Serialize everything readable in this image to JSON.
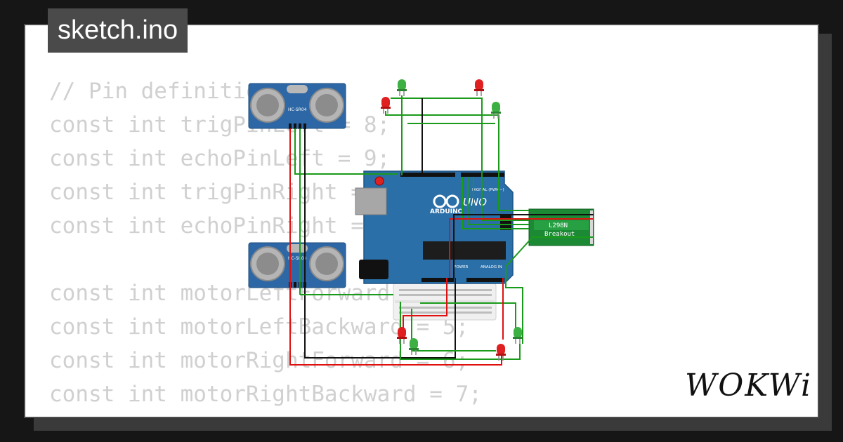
{
  "file_tab": {
    "name": "sketch.ino"
  },
  "code_lines": [
    "// Pin definitions",
    "const int trigPinLeft = 8;",
    "const int echoPinLeft = 9;",
    "const int trigPinRight = 10;",
    "const int echoPinRight = 11;",
    "",
    "const int motorLeftForward = 4;",
    "const int motorLeftBackward = 5;",
    "const int motorRightForward = 6;",
    "const int motorRightBackward = 7;"
  ],
  "brand": {
    "logo": "WOKWi"
  },
  "components": {
    "ultrasonic_label": "HC-SR04",
    "arduino_brand": "ARDUINO",
    "arduino_model": "UNO",
    "arduino_section_digital": "DIGITAL (PWM~)",
    "arduino_section_power": "POWER",
    "arduino_section_analog": "ANALOG IN",
    "driver_line1": "L298N",
    "driver_line2": "Breakout"
  },
  "colors": {
    "led_red": "#e02020",
    "led_green": "#3cb043",
    "wire_green": "#1a9a1a",
    "wire_red": "#e01010",
    "wire_black": "#111111",
    "board": "#2a6fa8",
    "driver": "#1c8a34"
  }
}
